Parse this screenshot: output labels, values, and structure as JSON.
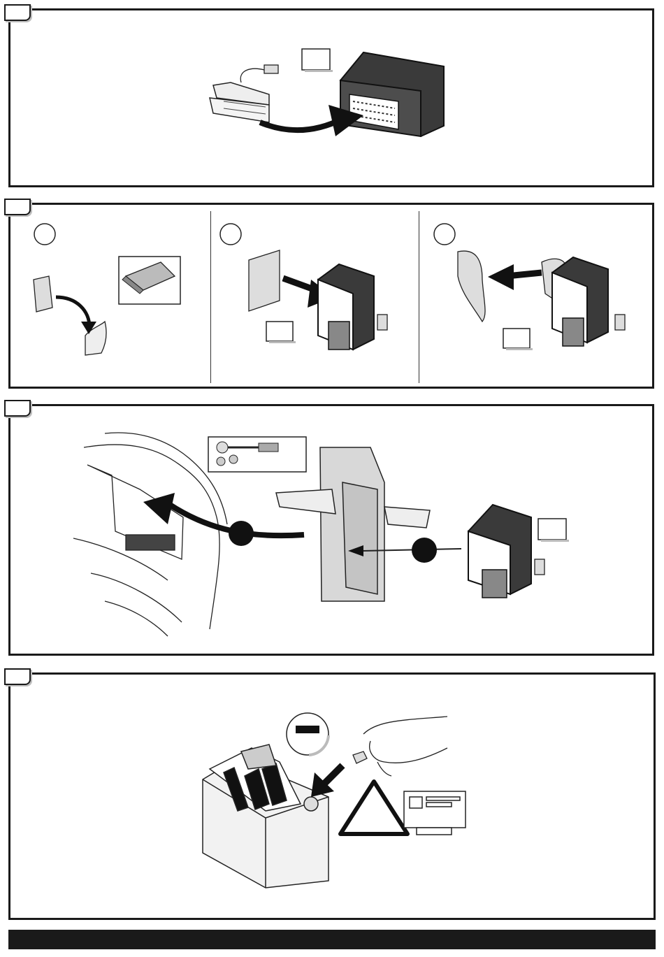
{
  "document": {
    "type": "installation-instructions",
    "steps": [
      {
        "id": "step-1",
        "labels": []
      },
      {
        "id": "step-2",
        "labels": []
      },
      {
        "id": "step-3",
        "labels": []
      },
      {
        "id": "step-4",
        "labels": []
      }
    ]
  },
  "colors": {
    "panel_border": "#1a1a1a",
    "module_dark": "#3a3a3a",
    "module_face": "#5a5a5a",
    "footer_bar": "#1a1a1a"
  },
  "icons": [
    "connector-plug-icon",
    "control-module-icon",
    "adhesive-pad-icon",
    "wrench-tool-icon",
    "bracket-icon",
    "battery-icon",
    "minus-sign-icon",
    "warning-triangle-icon",
    "radio-display-icon",
    "hand-icon"
  ]
}
